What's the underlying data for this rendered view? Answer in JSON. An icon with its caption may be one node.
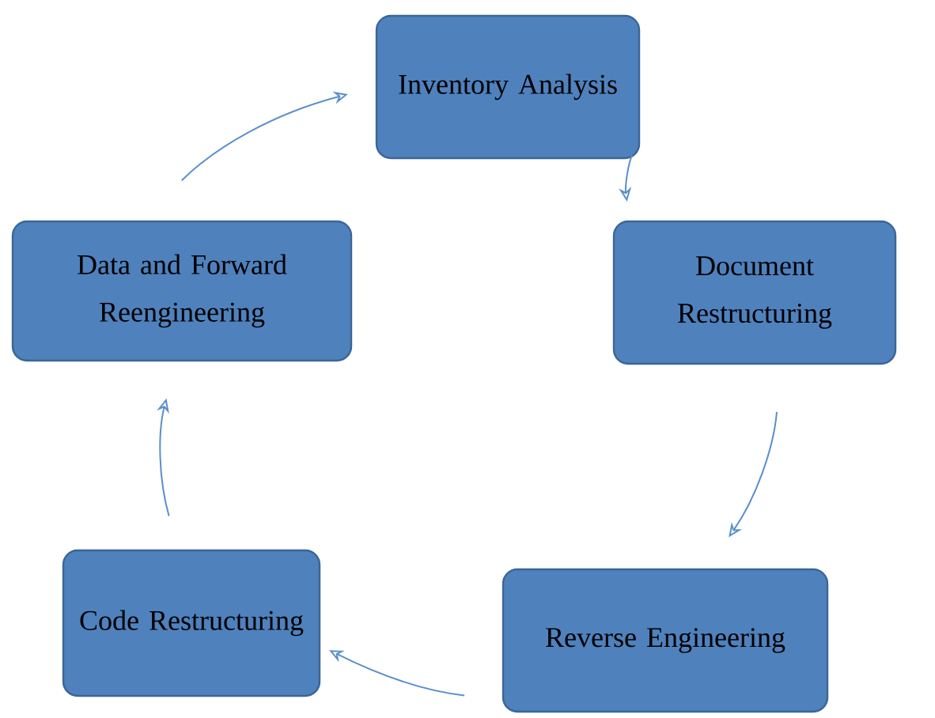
{
  "diagram": {
    "nodes": [
      {
        "text": [
          "Inventory Analysis"
        ]
      },
      {
        "text": [
          "Document Restructuring"
        ]
      },
      {
        "text": [
          "Reverse Engineering"
        ]
      },
      {
        "text": [
          "Code Restructuring"
        ]
      },
      {
        "text": [
          "Data and Forward Reengineering"
        ]
      }
    ],
    "edges": [
      {
        "from": 0,
        "to": 1,
        "arrow": "to"
      },
      {
        "from": 1,
        "to": 2,
        "arrow": "to"
      },
      {
        "from": 2,
        "to": 3,
        "arrow": "to"
      },
      {
        "from": 3,
        "to": 4,
        "arrow": "to"
      },
      {
        "from": 4,
        "to": 0,
        "arrow": "to"
      }
    ]
  }
}
